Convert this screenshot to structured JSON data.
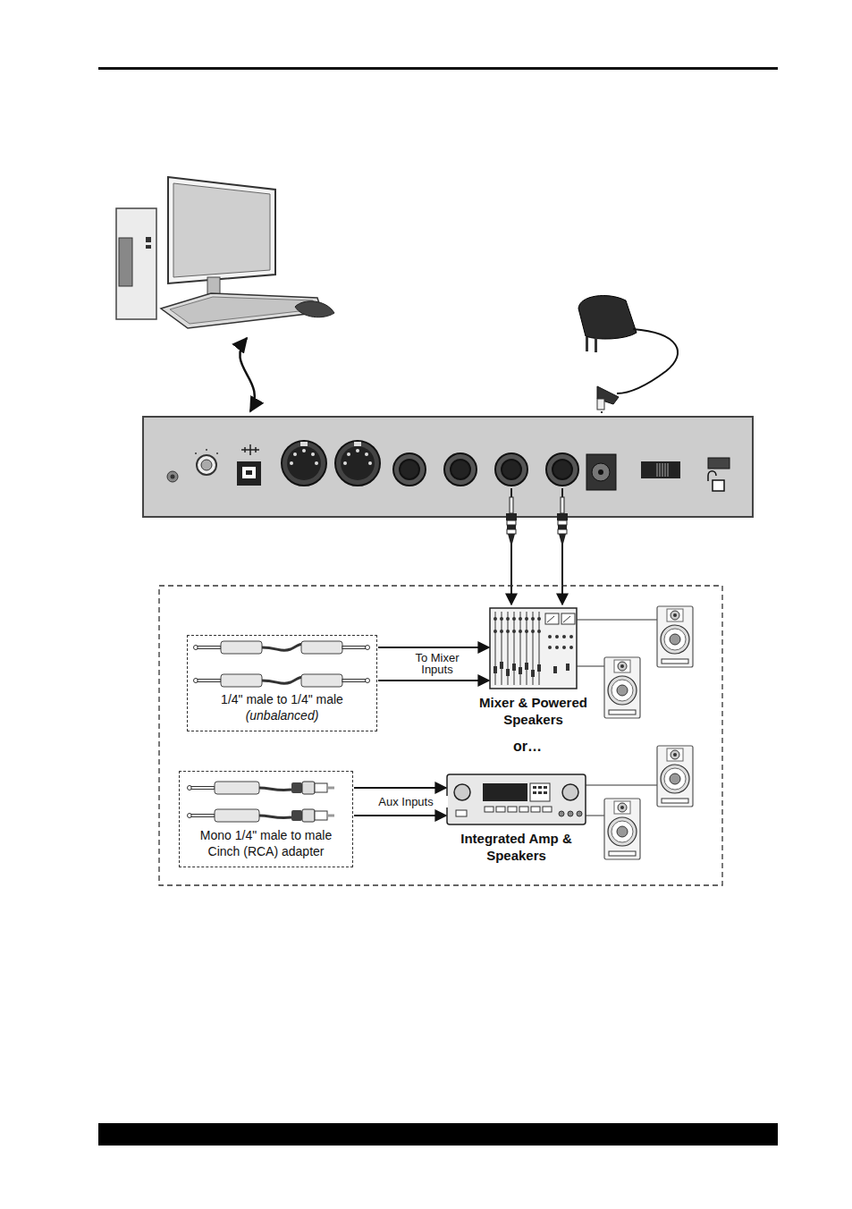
{
  "diagram": {
    "nodes": [
      {
        "text": [
          "1/4\" male to 1/4\" male",
          "(unbalanced)"
        ]
      },
      {
        "text": [
          "Mixer & Powered Speakers"
        ]
      },
      {
        "text": [
          "Mono 1/4\" male to male Cinch (RCA) adapter"
        ]
      },
      {
        "text": [
          "Integrated Amp & Speakers"
        ]
      }
    ],
    "edges": [
      {
        "from": 0,
        "to": 1,
        "arrow": "to",
        "label": "To Mixer Inputs"
      },
      {
        "from": 0,
        "to": 1,
        "arrow": "to"
      },
      {
        "from": 2,
        "to": 3,
        "arrow": "to",
        "label": "Aux Inputs"
      },
      {
        "from": 2,
        "to": 3,
        "arrow": "to"
      }
    ],
    "labels": [
      "or…"
    ]
  }
}
